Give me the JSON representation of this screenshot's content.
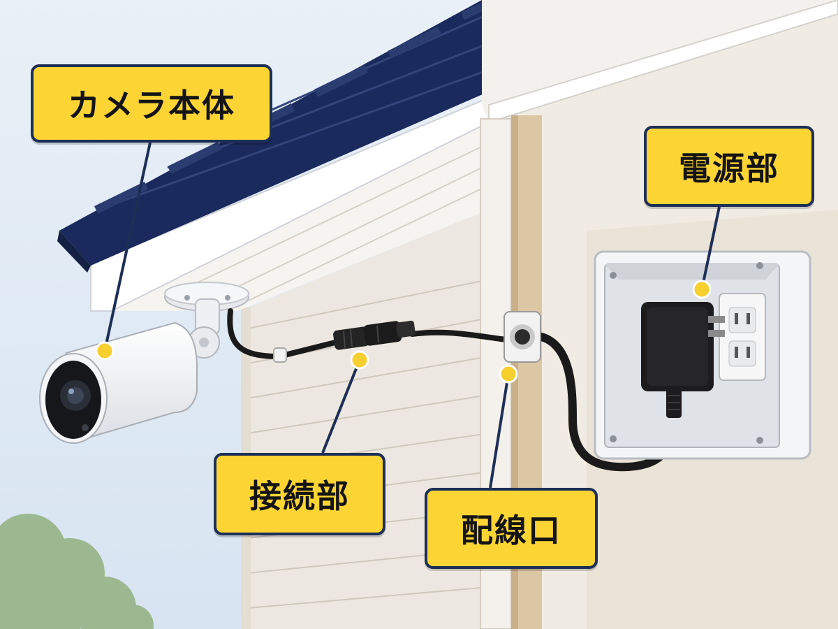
{
  "labels": {
    "camera_body": "カメラ本体",
    "power_unit": "電源部",
    "connection": "接続部",
    "wiring_entry": "配線口"
  },
  "colors": {
    "sky": "#dfe9f3",
    "roof": "#1b2a5c",
    "wall": "#f1ece3",
    "callout_fill": "#fcd535",
    "callout_border": "#1d2f57",
    "leader_line": "#1d2f57",
    "marker_dot": "#f7cf2e",
    "cable": "#1a1a1a",
    "trim": "#d9c4a1"
  },
  "icons": [
    "security-camera-icon",
    "power-adapter-icon",
    "wall-outlet-icon",
    "cable-connector-icon",
    "wall-grommet-icon",
    "tree-foliage-icon"
  ]
}
